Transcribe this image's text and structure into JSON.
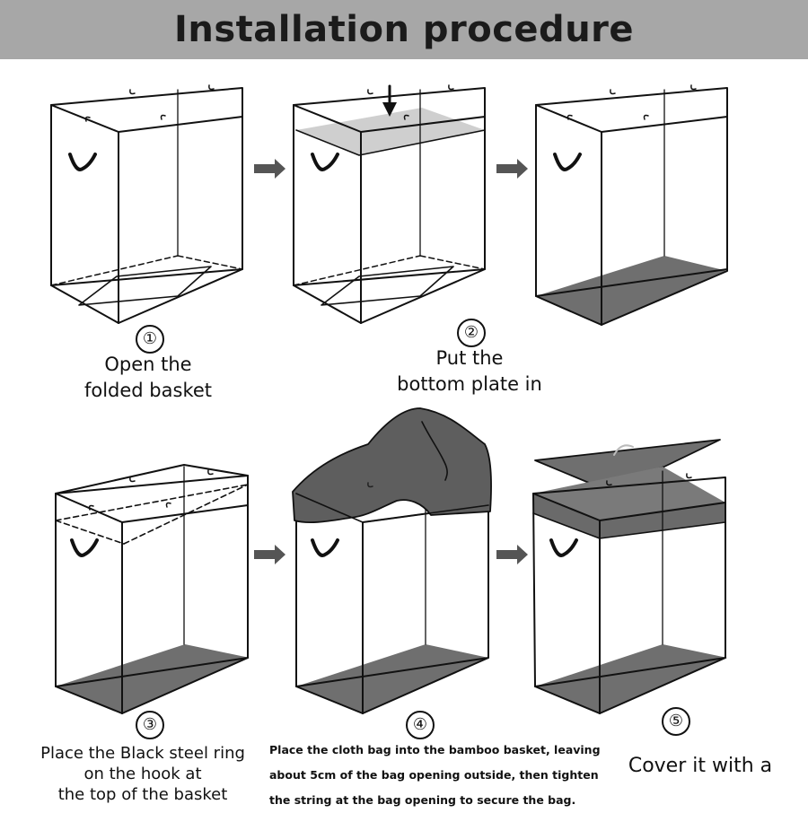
{
  "header": {
    "title": "Installation procedure"
  },
  "colors": {
    "header_bg": "#a7a7a7",
    "plate_fill": "#6f6f6f",
    "bag_fill": "#5e5e5e",
    "line": "#111111"
  },
  "steps": [
    {
      "number": "①",
      "lines": [
        "Open the",
        "folded basket"
      ]
    },
    {
      "number": "②",
      "lines": [
        "Put the",
        "bottom plate in"
      ]
    },
    {
      "number": "③",
      "lines": [
        "Place the Black steel ring",
        "on the  hook at",
        "the top of the basket"
      ]
    },
    {
      "number": "④",
      "lines": [
        "Place the cloth bag into the bamboo basket, leaving",
        "about 5cm of the bag opening outside, then tighten",
        "the string at the bag opening to secure the bag."
      ]
    },
    {
      "number": "⑤",
      "lines": [
        "Cover it with a"
      ]
    }
  ]
}
